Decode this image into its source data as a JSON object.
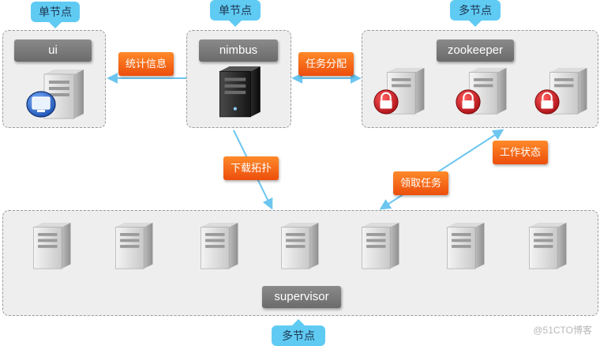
{
  "nodes": {
    "ui": {
      "name": "ui",
      "badge": "单节点"
    },
    "nimbus": {
      "name": "nimbus",
      "badge": "单节点"
    },
    "zookeeper": {
      "name": "zookeeper",
      "badge": "多节点"
    },
    "supervisor": {
      "name": "supervisor",
      "badge": "多节点"
    }
  },
  "flows": {
    "stats": "统计信息",
    "task_assign": "任务分配",
    "download_topology": "下载拓扑",
    "work_status": "工作状态",
    "claim_task": "领取任务"
  },
  "watermark": "@51CTO博客",
  "colors": {
    "badge": "#5fcbf3",
    "tag": "#f26a1b",
    "arrow": "#6cc6f0",
    "lock": "#c8191f",
    "name_bar": "#777777"
  }
}
